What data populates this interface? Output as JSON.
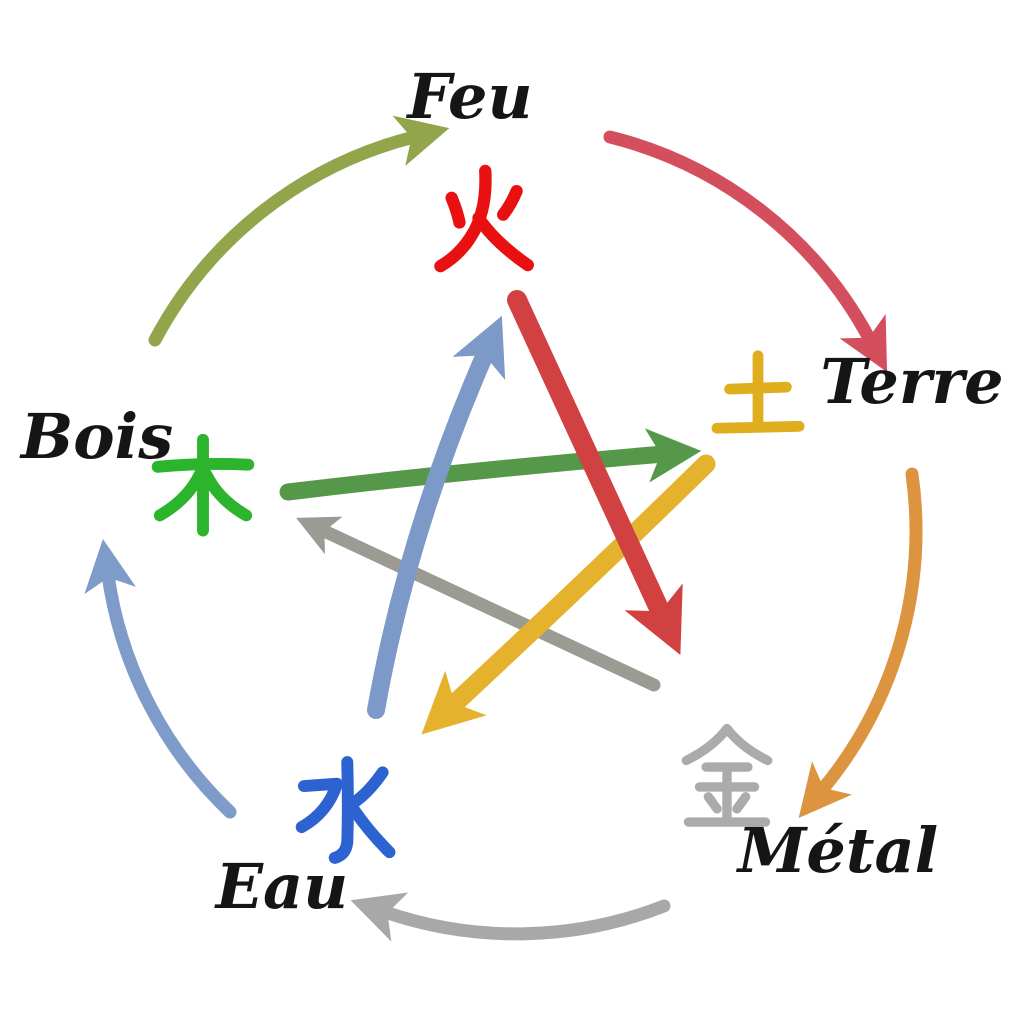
{
  "diagram": {
    "background": "#ffffff",
    "label_color": "#151515"
  },
  "elements": [
    {
      "id": "feu",
      "label": "Feu",
      "character": "火",
      "char_color": "#e81010"
    },
    {
      "id": "terre",
      "label": "Terre",
      "character": "土",
      "char_color": "#dfae1f"
    },
    {
      "id": "metal",
      "label": "Métal",
      "character": "金",
      "char_color": "#ababab"
    },
    {
      "id": "eau",
      "label": "Eau",
      "character": "水",
      "char_color": "#2d63d0"
    },
    {
      "id": "bois",
      "label": "Bois",
      "character": "木",
      "char_color": "#2cb42c"
    }
  ],
  "cycles": {
    "generation": [
      {
        "from": "Bois",
        "to": "Feu",
        "color": "#93a54b"
      },
      {
        "from": "Feu",
        "to": "Terre",
        "color": "#d44f5e"
      },
      {
        "from": "Terre",
        "to": "Métal",
        "color": "#dd9440"
      },
      {
        "from": "Métal",
        "to": "Eau",
        "color": "#a8a8a8"
      },
      {
        "from": "Eau",
        "to": "Bois",
        "color": "#7e9bca"
      }
    ],
    "control": [
      {
        "from": "Feu",
        "to": "Métal",
        "color": "#d24141"
      },
      {
        "from": "Terre",
        "to": "Eau",
        "color": "#e5b22e"
      },
      {
        "from": "Métal",
        "to": "Bois",
        "color": "#9b9b94"
      },
      {
        "from": "Eau",
        "to": "Feu",
        "color": "#7d99c8"
      },
      {
        "from": "Bois",
        "to": "Terre",
        "color": "#55984a"
      }
    ]
  }
}
